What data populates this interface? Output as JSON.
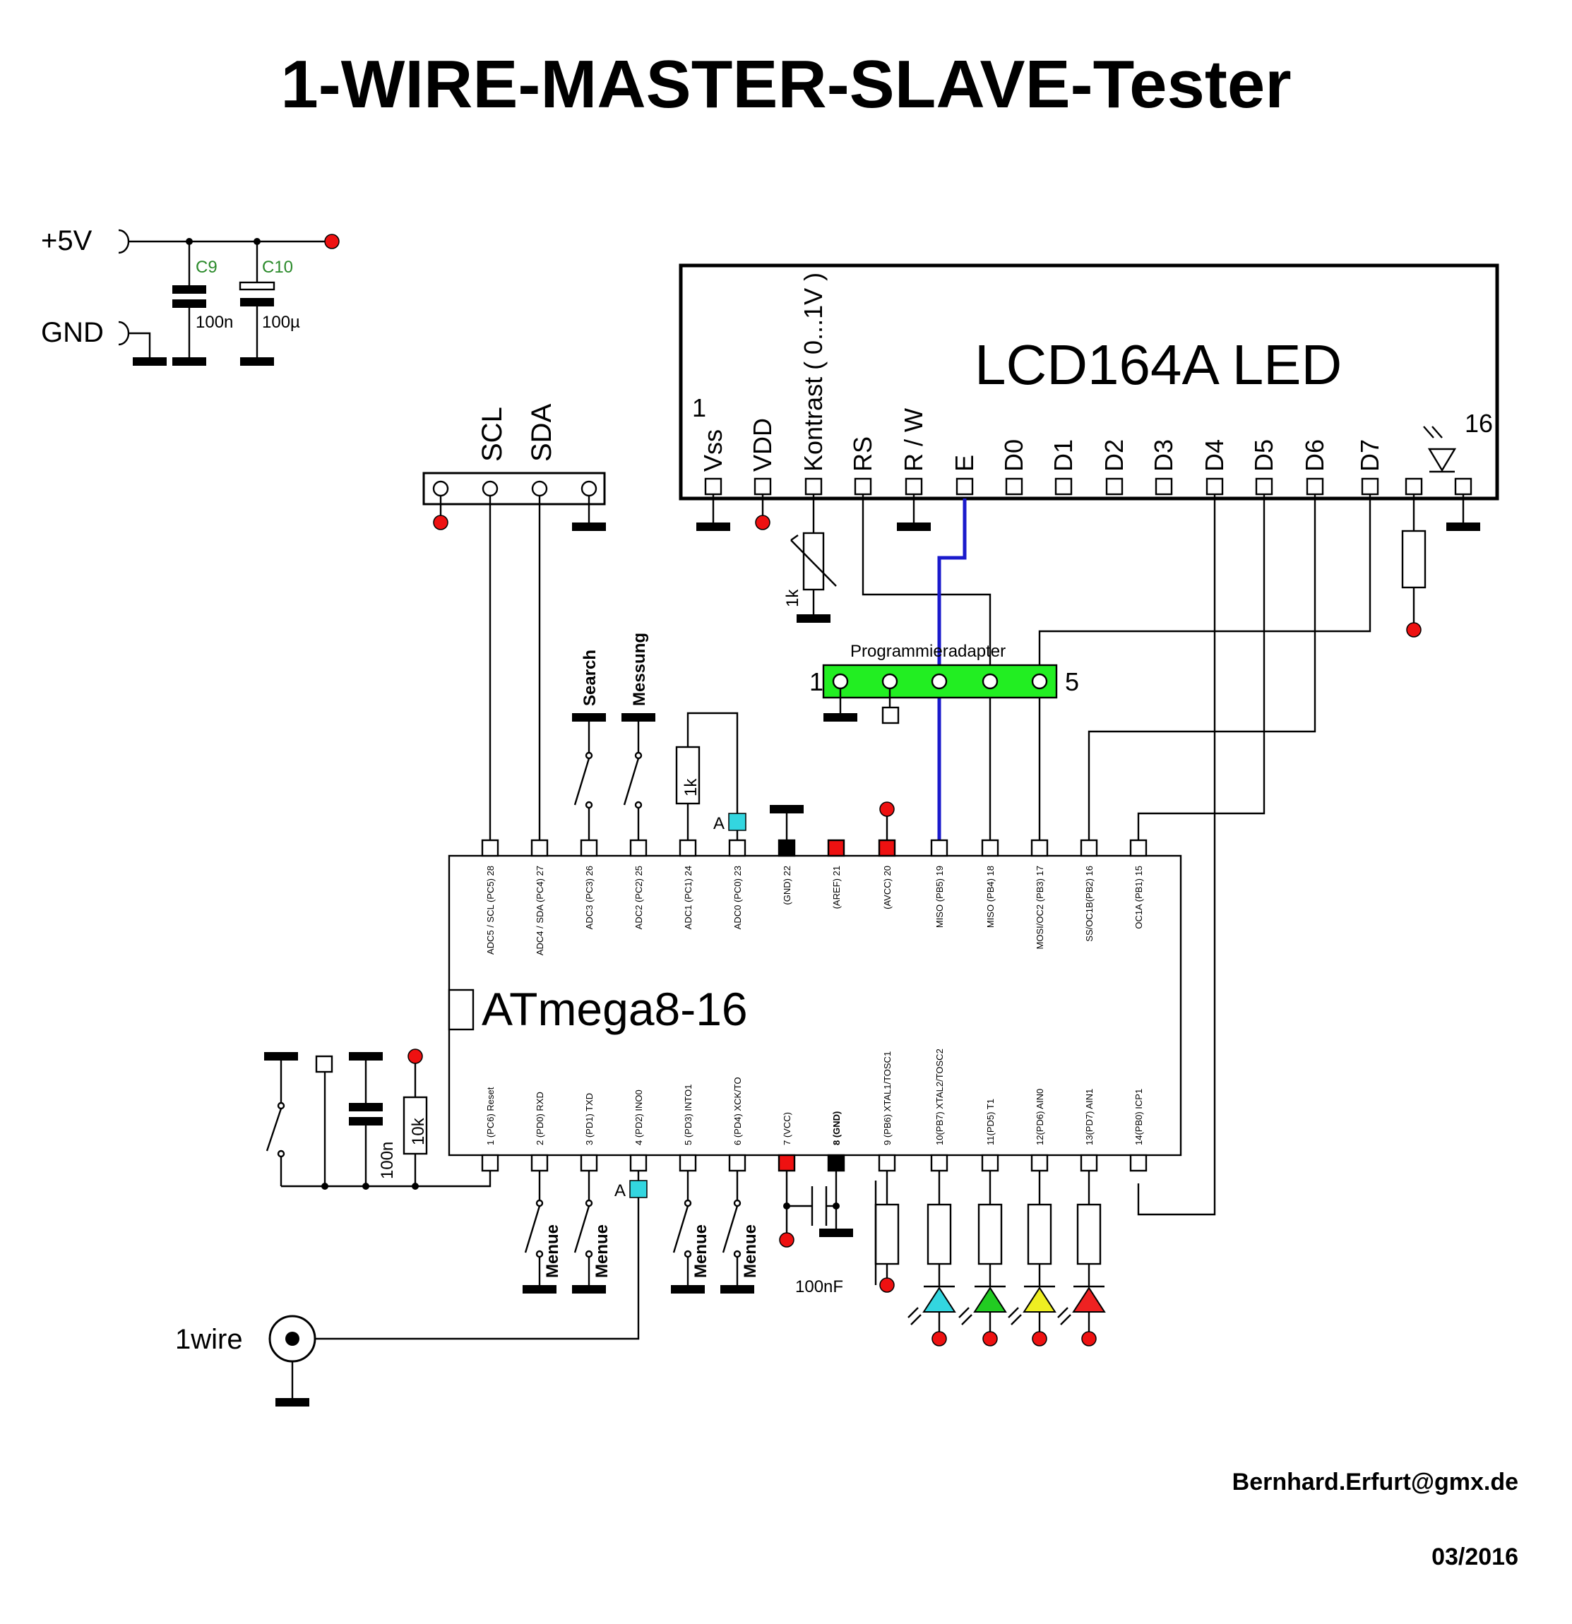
{
  "title": "1-WIRE-MASTER-SLAVE-Tester",
  "power": {
    "vplus": "+5V",
    "gnd": "GND",
    "c9_name": "C9",
    "c9_value": "100n",
    "c10_name": "C10",
    "c10_value": "100µ"
  },
  "i2c": {
    "scl": "SCL",
    "sda": "SDA"
  },
  "lcd": {
    "name": "LCD164A LED",
    "pin_first": "1",
    "pin_last": "16",
    "pins": [
      "Vss",
      "VDD",
      "Kontrast ( 0...1V )",
      "RS",
      "R / W",
      "E",
      "D0",
      "D1",
      "D2",
      "D3",
      "D4",
      "D5",
      "D6",
      "D7"
    ],
    "contrast_pot": "1k"
  },
  "prog": {
    "label": "Programmieradapter",
    "pin_first": "1",
    "pin_last": "5"
  },
  "buttons": {
    "search": "Search",
    "measure": "Messung",
    "menu": "Menue"
  },
  "resistors": {
    "adc": "1k",
    "reset": "10k"
  },
  "caps": {
    "reset": "100n",
    "vcc": "100nF"
  },
  "marker_a": "A",
  "mcu": {
    "name": "ATmega8-16",
    "top_pins": [
      "ADC5 / SCL (PC5) 28",
      "ADC4 / SDA (PC4) 27",
      "ADC3 (PC3) 26",
      "ADC2 (PC2) 25",
      "ADC1 (PC1) 24",
      "ADC0 (PC0) 23",
      "(GND) 22",
      "(AREF) 21",
      "(AVCC) 20",
      "MISO (PB5) 19",
      "MISO (PB4) 18",
      "MOSI/OC2 (PB3) 17",
      "SS/OC1B(PB2) 16",
      "OC1A (PB1) 15"
    ],
    "bottom_pins": [
      "1 (PC6) Reset",
      "2 (PD0) RXD",
      "3 (PD1) TXD",
      "4 (PD2) INO0",
      "5 (PD3) INTO1",
      "6 (PD4) XCK/TO",
      "7 (VCC)",
      "8 (GND)",
      "9 (PB6) XTAL1/TOSC1",
      "10(PB7) XTAL2/TOSC2",
      "11(PD5) T1",
      "12(PD6) AIN0",
      "13(PD7) AIN1",
      "14(PB0) ICP1"
    ]
  },
  "onewire": "1wire",
  "colors": {
    "power": "#ee1111",
    "marker": "#33d6e0",
    "prog": "#22ee22",
    "blue_wire": "#1a1acc",
    "led1": "#33d6e0",
    "led2": "#22cc22",
    "led3": "#eeee22",
    "led4": "#ee2222"
  },
  "author": "Bernhard.Erfurt@gmx.de",
  "date": "03/2016"
}
